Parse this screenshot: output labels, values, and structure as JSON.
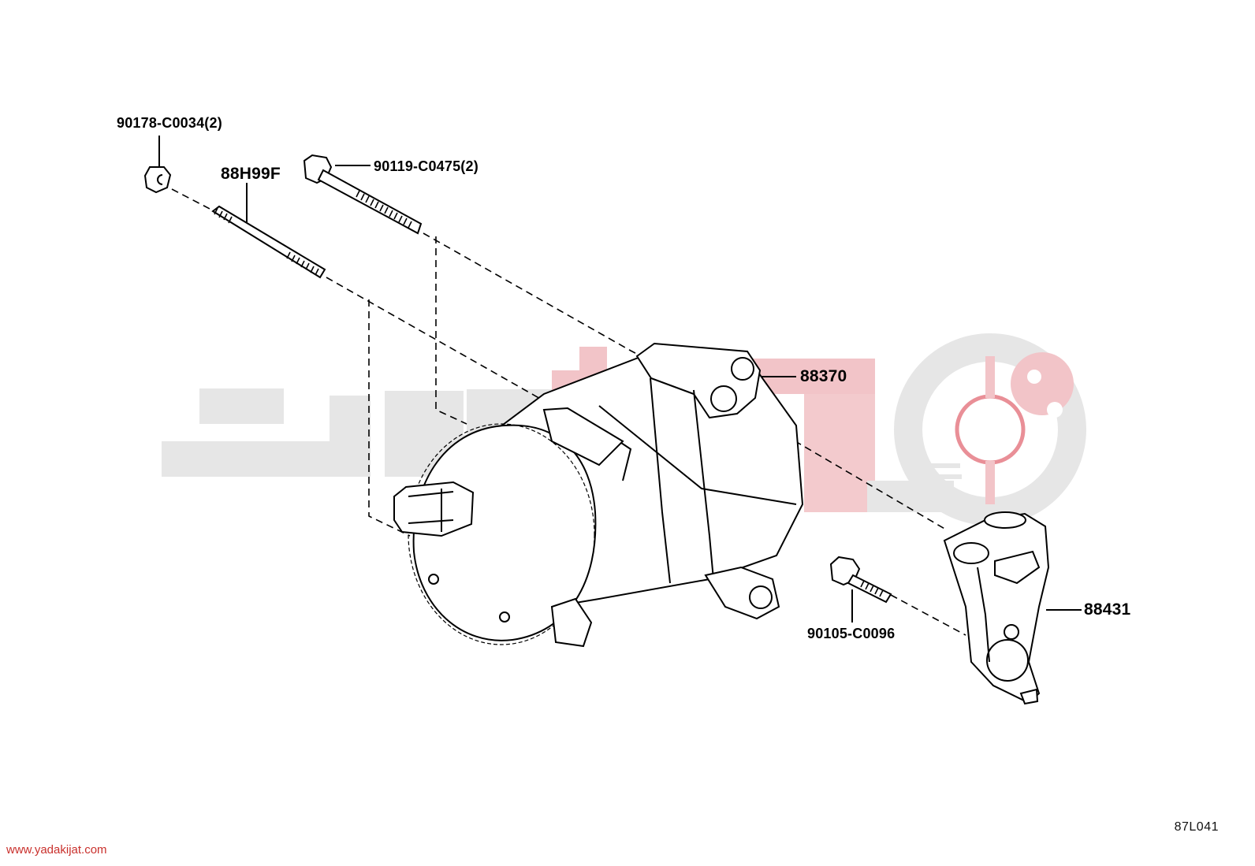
{
  "parts": [
    {
      "id": "p1",
      "label": "90178-C0034(2)",
      "name": "nut"
    },
    {
      "id": "p2",
      "label": "88H99F",
      "name": "stud-bolt"
    },
    {
      "id": "p3",
      "label": "90119-C0475(2)",
      "name": "long-bolt"
    },
    {
      "id": "p4",
      "label": "88370",
      "name": "compressor"
    },
    {
      "id": "p5",
      "label": "90105-C0096",
      "name": "short-bolt"
    },
    {
      "id": "p6",
      "label": "88431",
      "name": "mounting-bracket"
    }
  ],
  "diagram_code": "87L041",
  "watermark": {
    "url": "www.yadakijat.com",
    "gray": "#e6e6e6",
    "red": "#f2c4c8",
    "red_dark": "#e98f97"
  },
  "colors": {
    "line": "#000000",
    "background": "#ffffff"
  }
}
